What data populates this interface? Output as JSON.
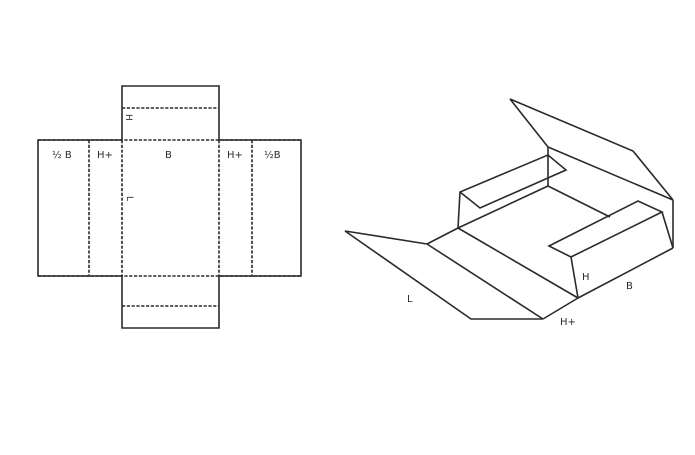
{
  "diagram": {
    "type": "box-template",
    "stroke_color": "#2a2a2a",
    "background": "#ffffff",
    "flat_net": {
      "panels": [
        {
          "id": "left-half-b",
          "label": "½ B"
        },
        {
          "id": "left-h-plus",
          "label": "H+"
        },
        {
          "id": "base",
          "label": "B"
        },
        {
          "id": "right-h-plus",
          "label": "H+"
        },
        {
          "id": "right-half-b",
          "label": "½B"
        }
      ],
      "top_flap_label": "H",
      "length_label": "L"
    },
    "isometric_view": {
      "labels": {
        "length": "L",
        "height": "H",
        "width": "B",
        "height_plus": "H+"
      }
    }
  }
}
